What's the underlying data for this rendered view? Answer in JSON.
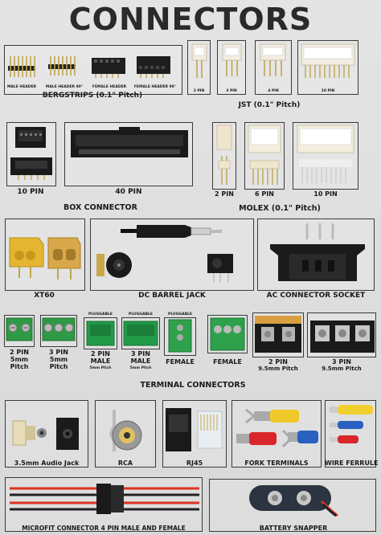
{
  "title": "CONNECTORS",
  "bergstrips": {
    "section_label": "BERGSTRIPS (0.1\" Pitch)",
    "items": [
      "MALE HEADER",
      "MALE HEADER 90°",
      "FEMALE HEADER",
      "FEMALE HEADER 90°"
    ]
  },
  "jst": {
    "section_label": "JST (0.1\" Pitch)",
    "items": [
      "2 PIN",
      "3 PIN",
      "4 PIN",
      "10 PIN"
    ]
  },
  "box_connector": {
    "section_label": "BOX CONNECTOR",
    "items": [
      "10 PIN",
      "40 PIN"
    ]
  },
  "molex": {
    "section_label": "MOLEX (0.1\" Pitch)",
    "items": [
      "2 PIN",
      "6 PIN",
      "10 PIN"
    ]
  },
  "power": {
    "xt60": "XT60",
    "dc_barrel": "DC BARREL JACK",
    "ac_socket": "AC CONNECTOR SOCKET"
  },
  "terminal": {
    "section_label": "TERMINAL CONNECTORS",
    "pluggable": "PLUGGABLE",
    "items": [
      {
        "line1": "2 PIN",
        "line2": "5mm",
        "line3": "Pitch"
      },
      {
        "line1": "3 PIN",
        "line2": "5mm",
        "line3": "Pitch"
      },
      {
        "line1": "2 PIN",
        "line2": "MALE",
        "line3": "5mm Pitch"
      },
      {
        "line1": "3 PIN",
        "line2": "MALE",
        "line3": "5mm Pitch"
      },
      {
        "line1": "FEMALE"
      },
      {
        "line1": "FEMALE"
      },
      {
        "line1": "2 PIN",
        "line2": "9.5mm Pitch"
      },
      {
        "line1": "3 PIN",
        "line2": "9.5mm Pitch"
      }
    ]
  },
  "audio": {
    "items": [
      "3.5mm Audio Jack",
      "RCA",
      "RJ45",
      "FORK TERMINALS",
      "WIRE FERRULE"
    ]
  },
  "bottom": {
    "microfit": "MICROFIT CONNECTOR 4 PIN MALE AND FEMALE",
    "battery": "BATTERY SNAPPER"
  },
  "colors": {
    "terminal_blue": "#2a8a3a",
    "xt60_yellow": "#e0b030",
    "box_black": "#1a1a1a",
    "board_bg": "#dcdcdc"
  }
}
